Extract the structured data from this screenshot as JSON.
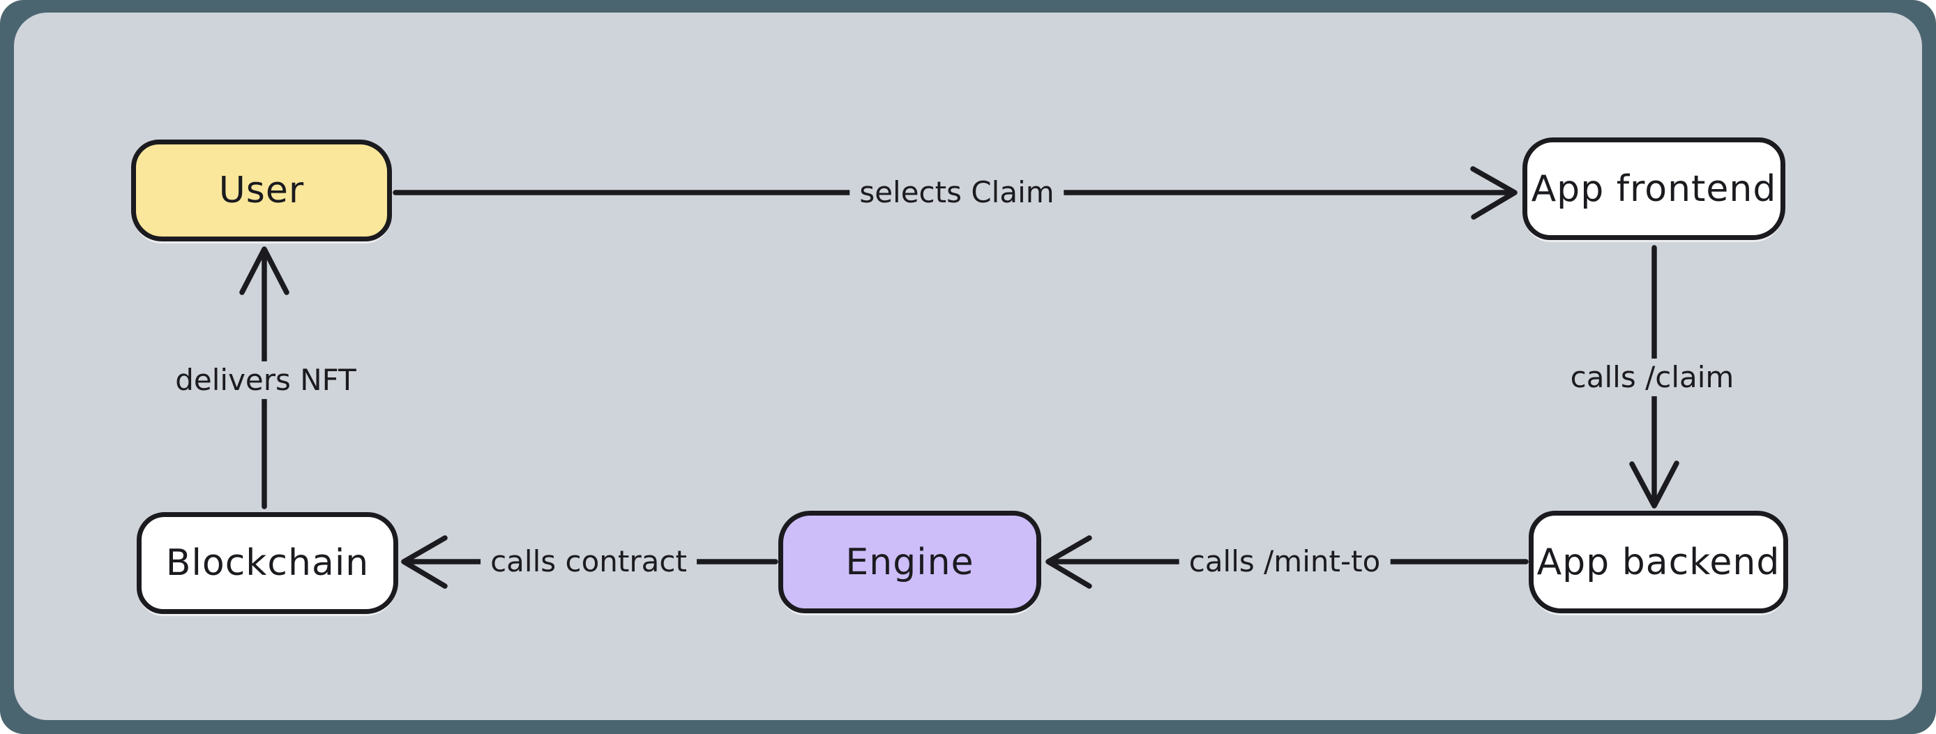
{
  "diagram": {
    "colors": {
      "frame": "#4b6570",
      "canvas": "#cfd4da",
      "stroke": "#1b1b1f",
      "node_yellow": "#fae79b",
      "node_purple": "#cdbdf9",
      "node_white": "#ffffff"
    },
    "nodes": [
      {
        "id": "user",
        "label": "User",
        "fill": "#fae79b"
      },
      {
        "id": "app-frontend",
        "label": "App frontend",
        "fill": "#ffffff"
      },
      {
        "id": "app-backend",
        "label": "App backend",
        "fill": "#ffffff"
      },
      {
        "id": "engine",
        "label": "Engine",
        "fill": "#cdbdf9"
      },
      {
        "id": "blockchain",
        "label": "Blockchain",
        "fill": "#ffffff"
      }
    ],
    "edges": [
      {
        "from": "user",
        "to": "app-frontend",
        "label": "selects Claim"
      },
      {
        "from": "app-frontend",
        "to": "app-backend",
        "label": "calls /claim"
      },
      {
        "from": "app-backend",
        "to": "engine",
        "label": "calls /mint-to"
      },
      {
        "from": "engine",
        "to": "blockchain",
        "label": "calls contract"
      },
      {
        "from": "blockchain",
        "to": "user",
        "label": "delivers NFT"
      }
    ]
  }
}
